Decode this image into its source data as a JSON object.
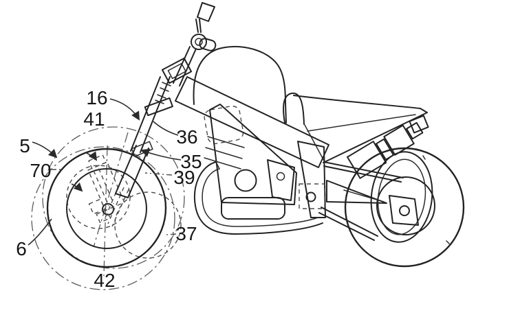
{
  "figure": {
    "kind": "patent-line-drawing",
    "subject": "motorcycle side view with front in-wheel unit",
    "background_color": "#ffffff",
    "line_color": "#222222",
    "phantom_line_color": "#5a5a5a"
  },
  "labels": [
    {
      "ref": "16",
      "text": "16"
    },
    {
      "ref": "41",
      "text": "41"
    },
    {
      "ref": "5",
      "text": "5"
    },
    {
      "ref": "70",
      "text": "70"
    },
    {
      "ref": "36",
      "text": "36"
    },
    {
      "ref": "35",
      "text": "35"
    },
    {
      "ref": "39",
      "text": "39"
    },
    {
      "ref": "6",
      "text": "6"
    },
    {
      "ref": "37",
      "text": "37"
    },
    {
      "ref": "42",
      "text": "42"
    }
  ]
}
